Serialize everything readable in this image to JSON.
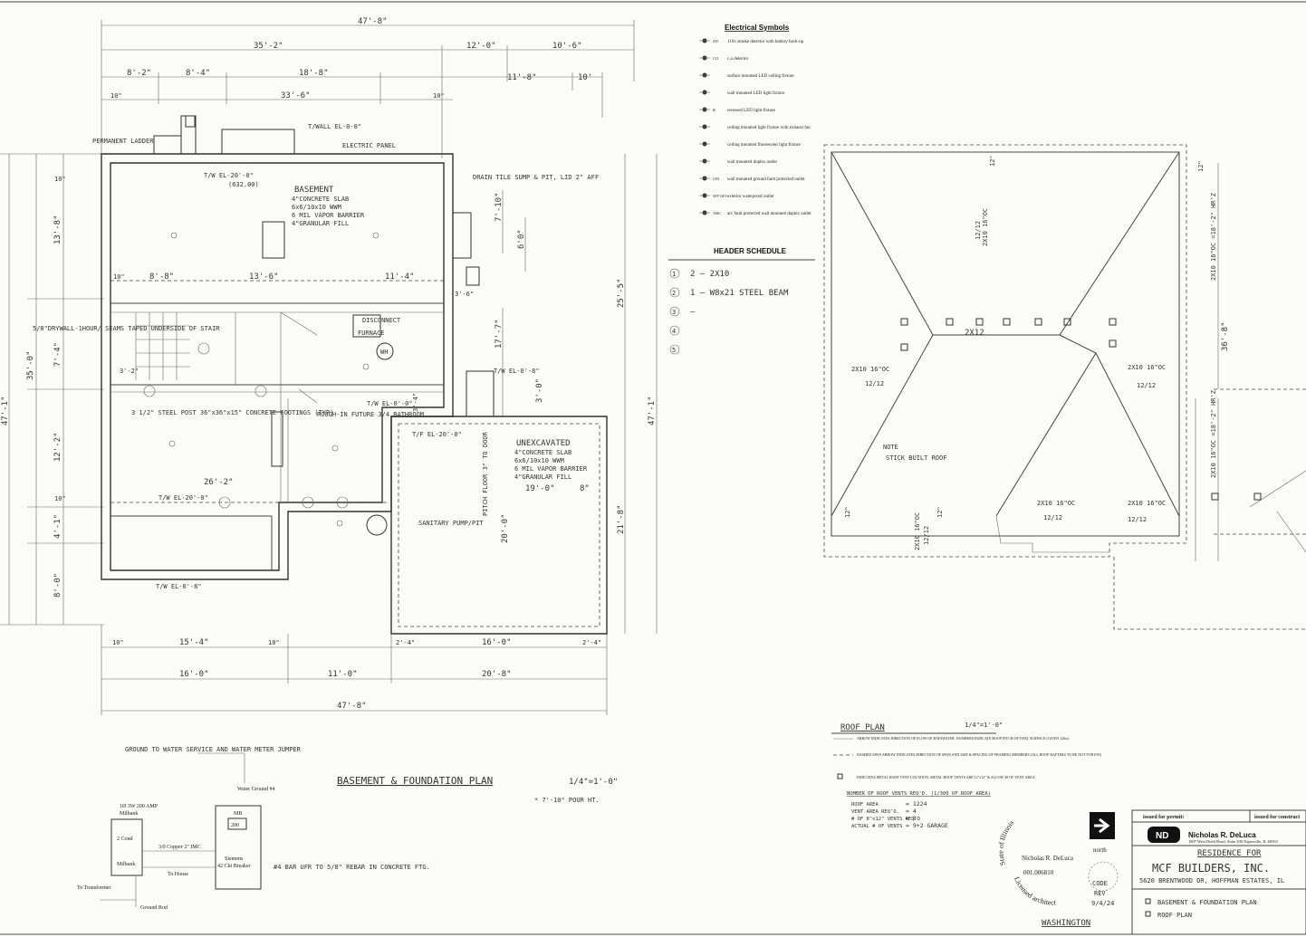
{
  "basement_plan": {
    "overall_dims_top": [
      "47'-8\"",
      "35'-2\"",
      "12'-0\"",
      "10'-6\"",
      "8'-2\"",
      "8'-4\"",
      "18'-8\"",
      "11'-8\"",
      "10'",
      "10\"",
      "33'-6\"",
      "10\""
    ],
    "overall_dims_bottom": [
      "10\"",
      "15'-4\"",
      "10\"",
      "2'-4\"",
      "16'-0\"",
      "2'-4\"",
      "16'-0\"",
      "11'-0\"",
      "20'-8\"",
      "47'-8\""
    ],
    "left_dims": [
      "47'-1\"",
      "35'-0\"",
      "13'-8\"",
      "7'-4\"",
      "12'-2\"",
      "4'-1\"",
      "8'-0\"",
      "10\"",
      "10\""
    ],
    "right_dims": [
      "25'-5\"",
      "47'-1\"",
      "21'-8\"",
      "17'-7\"",
      "6'0\"",
      "7'-10\"",
      "3'-0\"",
      "3'-4\""
    ],
    "labels": {
      "basement": "BASEMENT",
      "basement_notes": [
        "4\"CONCRETE SLAB",
        "6x6/10x10 WWM",
        "6 MIL VAPOR BARRIER",
        "4\"GRANULAR FILL"
      ],
      "tw_top": "T/W EL-20'-0\"",
      "tw_top_sub": "(632.00)",
      "permanent_ladder": "PERMANENT LADDER",
      "twall": "T/WALL EL-0-8\"",
      "electric_panel": "ELECTRIC PANEL",
      "drain_tile": "DRAIN TILE SUMP & PIT, LID 2\" AFF",
      "drywall_note": "5/8\"DRYWALL-1HOUR/ SEAMS TAPED UNDERSIDE OF STAIR",
      "disconnect": "DISCONNECT",
      "furnace": "FURNACE",
      "wh": "WH",
      "steel_post": "3 1/2\" STEEL POST 36\"x36\"x15\" CONCRETE FOOTINGS (TYP)",
      "rough_in": "ROUGH-IN FUTURE 3/4 BATHROOM",
      "tw_mid": "T/W EL-0'-0\"",
      "tw_right": "T/W EL-0'-8\"",
      "tf_el": "T/F EL-20'-0\"",
      "unexcavated": "UNEXCAVATED",
      "unexcavated_notes": [
        "4\"CONCRETE SLAB",
        "6x6/10x10 WWM",
        "6 MIL VAPOR BARRIER",
        "4\"GRANULAR FILL"
      ],
      "pitch_floor": "PITCH FLOOR 3\" TO DOOR",
      "sanitary": "SANITARY PUMP/PIT",
      "tw_bottom_left": "T/W EL-20'-0\"",
      "tw_bottom": "T/W EL-0'-8\"",
      "dim_19": "19'-0\"",
      "dim_8": "8\"",
      "dim_20": "20'-0\"",
      "dim_26": "26'-2\"",
      "dim_13": "13'-6\"",
      "dim_11": "11'-4\"",
      "dim_8b": "8'-8\"",
      "dim_10": "10\"",
      "dim_3": "3'-2\"",
      "dim_36": "3'-6\""
    },
    "title": "BASEMENT & FOUNDATION PLAN",
    "scale": "1/4\"=1'-0\"",
    "pour_note": "* 7'-10\" POUR HT."
  },
  "electrical_symbols": {
    "title": "Electrical Symbols",
    "items": [
      {
        "code": "SD",
        "text": "110v smoke detector with battery back-up"
      },
      {
        "code": "CO",
        "text": "c.o.detector"
      },
      {
        "code": "",
        "text": "surface mounted LED ceiling fixture"
      },
      {
        "code": "",
        "text": "wall mounted LED light fixture"
      },
      {
        "code": "R",
        "text": "recessed LED light fixture"
      },
      {
        "code": "",
        "text": "ceiling mounted light fixture with exhaust fan"
      },
      {
        "code": "",
        "text": "ceiling mounted fluorescent light fixture"
      },
      {
        "code": "",
        "text": "wall mounted duplex outlet"
      },
      {
        "code": "GFI",
        "text": "wall mounted ground fault protected outlet"
      },
      {
        "code": "WP GFI",
        "text": "exterior waterproof outlet"
      },
      {
        "code": "ARC",
        "text": "arc fault protected wall mounted duplex outlet"
      }
    ]
  },
  "header_schedule": {
    "title": "HEADER SCHEDULE",
    "rows": [
      {
        "num": "1",
        "text": "2 — 2X10"
      },
      {
        "num": "2",
        "text": "1 — W8x21 STEEL BEAM"
      },
      {
        "num": "3",
        "text": "—"
      },
      {
        "num": "4",
        "text": ""
      },
      {
        "num": "5",
        "text": ""
      }
    ]
  },
  "roof_plan": {
    "labels": [
      "2X10 16\"OC",
      "12/12",
      "2X10 16\"OC",
      "12/12",
      "2X10 16\"OC",
      "12/12",
      "2X10 16\"OC",
      "12/12",
      "2X10 16\"OC",
      "12/12",
      "2X10 16\"OC",
      "12/12"
    ],
    "ridge": "2X12",
    "note_title": "NOTE",
    "note_text": "STICK BUILT ROOF",
    "dims": [
      "36'-8\"",
      "2X10 16\"OC =18'-2\" HR'Z",
      "2X10 16\"OC =18'-2\" HR'Z",
      "12\"",
      "12\"",
      "12\"",
      "12\""
    ],
    "legend_title": "ROOF PLAN",
    "legend_scale": "1/4\"=1'-0\"",
    "legend_lines": [
      "ARROW INDICATES DIRECTION OF FLOW OF RAINWATER. NUMBERS INDICATE ROOF PITCH OF THAT SURFACE (GIVEN 12ths)",
      "DASHED SPAN ARROW INDICATES DIRECTION OF SPAN AND SIZE & SPACING OF FRAMING MEMBERS (ALL ROOF RAFTERS TO BE NOT FOR FIN)",
      "INDICATES METAL ROOF VENT LOCATION. METAL ROOF VENTS ARE 12\"x12\" & ALLOW 48 OF VENT AREA"
    ],
    "vents_title": "NUMBER OF ROOF VENTS REQ'D. (1/300 OF ROOF AREA)",
    "vents": [
      {
        "label": "ROOF AREA",
        "value": "= 1224"
      },
      {
        "label": "VENT AREA REQ'D.",
        "value": "= 4"
      },
      {
        "label": "# OF 8\"x12\" VENTS REQ'D",
        "value": "= 8"
      },
      {
        "label": "ACTUAL # OF VENTS",
        "value": "= 9+2 GARAGE"
      }
    ]
  },
  "service": {
    "ground_note": "GROUND TO WATER SERVICE AND WATER METER JUMPER",
    "water_ground": "Water Ground #4",
    "meter": [
      "1Ø 3W 200 AMP",
      "Milbank"
    ],
    "meter_box": [
      "2 Cond",
      "Milbank"
    ],
    "panel_box": [
      "MB",
      "200",
      "Siemens",
      "42 Ckt Breaker"
    ],
    "copper": "3/0 Copper 2\" IMC",
    "to_house": "To House",
    "to_transformer": "To Transformer",
    "ground_rod": "Ground Rod",
    "bar_note": "#4 BAR UFR TO 5/8\" REBAR IN CONCRETE FTG."
  },
  "stamp": {
    "ring_top": "State of Illinois",
    "name": "Nicholas R. DeLuca",
    "number": "001.006810",
    "ring_bottom": "Licensed architect"
  },
  "north": {
    "label": "north"
  },
  "code_stamp": [
    "CODE",
    "REV",
    "9/4/24"
  ],
  "washington": "WASHINGTON",
  "title_block": {
    "issued_permit": "issued for permit:",
    "issued_construction": "issued for construct",
    "logo": "ND",
    "firm_name": "Nicholas R. DeLuca",
    "firm_address": "1807 West Diehl Road, Suite 200 Naperville, IL 60563",
    "residence_for": "RESIDENCE FOR",
    "client": "MCF BUILDERS, INC.",
    "address": "5620 BRENTWOOD DR, HOFFMAN ESTATES, IL",
    "sheet_items": [
      "BASEMENT & FOUNDATION PLAN",
      "ROOF PLAN"
    ]
  }
}
